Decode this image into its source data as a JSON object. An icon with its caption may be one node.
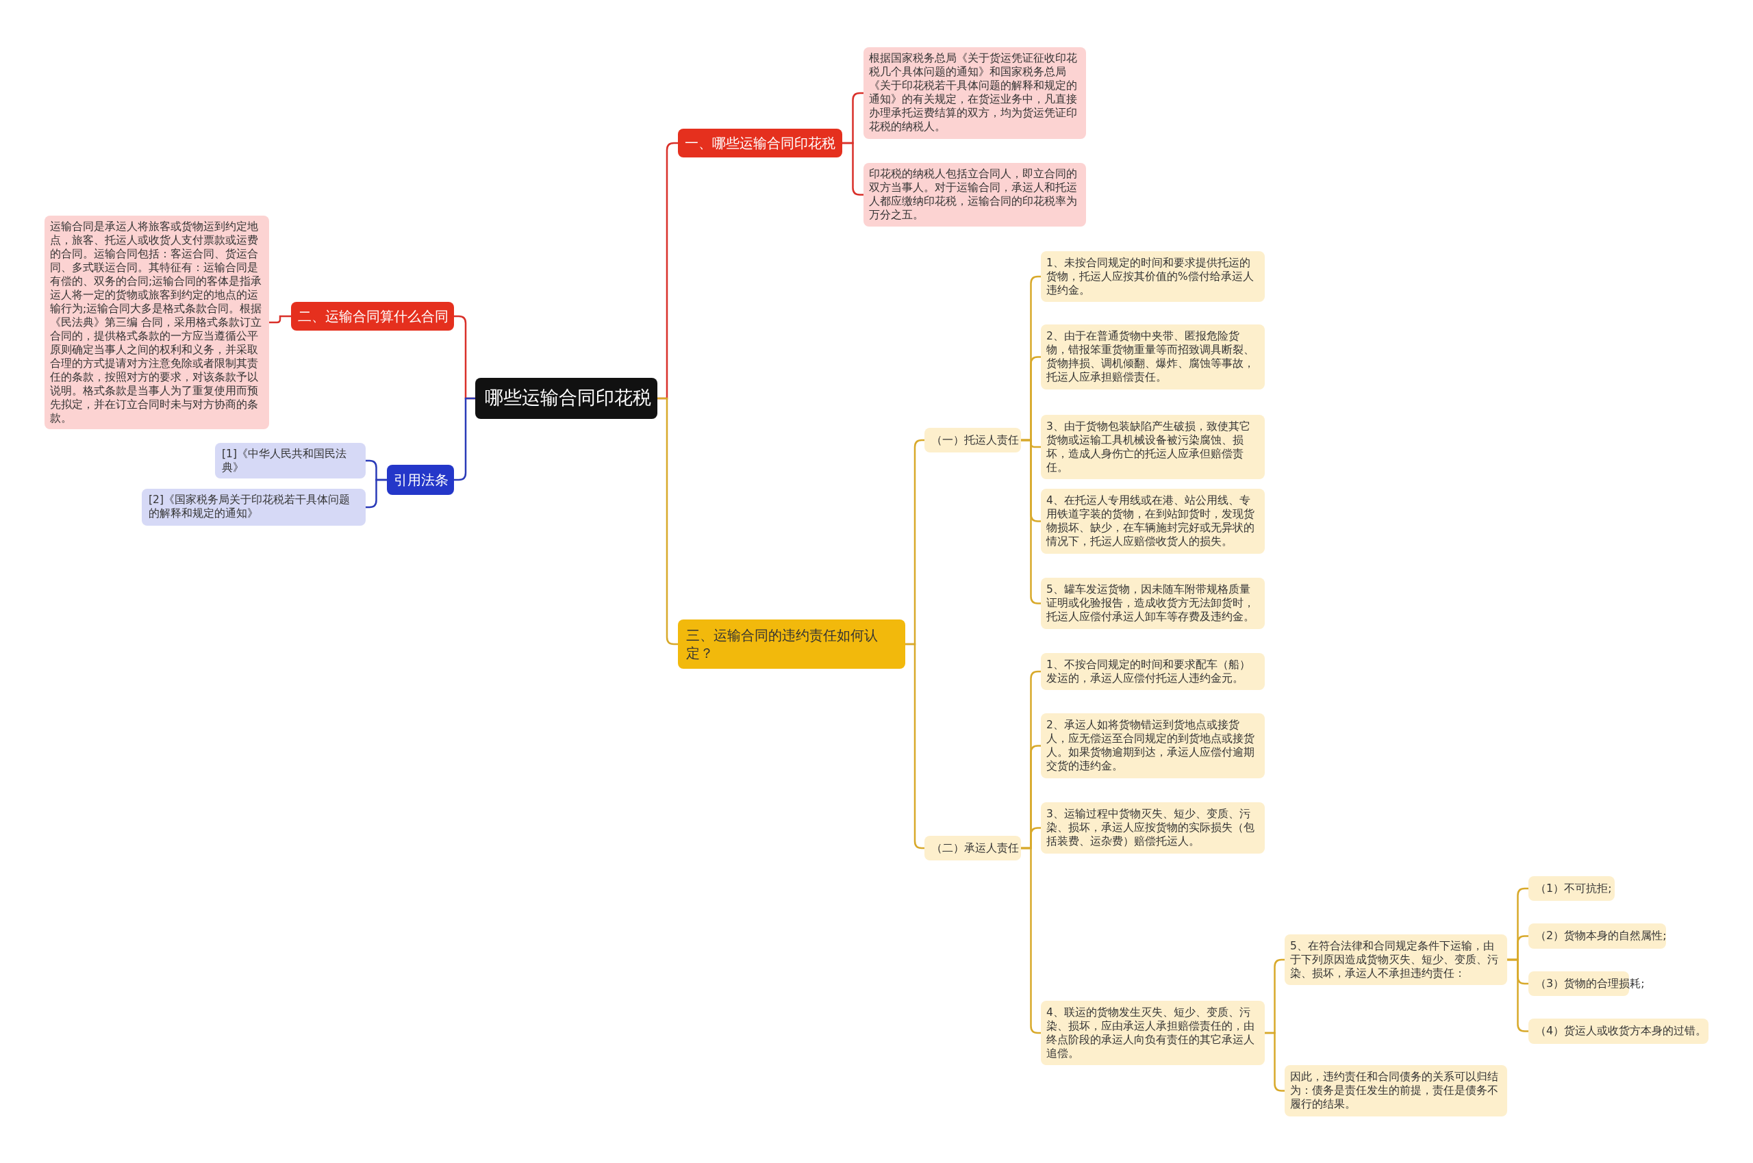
{
  "diagram": {
    "nodes": [
      {
        "text": [
          "哪些运输合同印花税"
        ]
      },
      {
        "text": [
          "一、哪些运输合同印花税"
        ]
      },
      {
        "text": [
          "根据国家税务总局《关于货运凭证征收印花税几个具体问题的通知》和国家税务总局《关于印花税若干具体问题的解释和规定的通知》的有关规定，在货运业务中，凡直接办理承托运费结算的双方，均为货运凭证印花税的纳税人。"
        ]
      },
      {
        "text": [
          "印花税的纳税人包括立合同人，即立合同的双方当事人。对于运输合同，承运人和托运人都应缴纳印花税，运输合同的印花税率为万分之五。"
        ]
      },
      {
        "text": [
          "二、运输合同算什么合同"
        ]
      },
      {
        "text": [
          "运输合同是承运人将旅客或货物运到约定地点，旅客、托运人或收货人支付票款或运费的合同。运输合同包括：客运合同、货运合同、多式联运合同。其特征有：运输合同是有偿的、双务的合同;运输合同的客体是指承运人将一定的货物或旅客到约定的地点的运输行为;运输合同大多是格式条款合同。根据《民法典》第三编 合同，采用格式条款订立合同的，提供格式条款的一方应当遵循公平原则确定当事人之间的权利和义务，并采取合理的方式提请对方注意免除或者限制其责任的条款，按照对方的要求，对该条款予以说明。格式条款是当事人为了重复使用而预先拟定，并在订立合同时未与对方协商的条款。"
        ]
      },
      {
        "text": [
          "引用法条"
        ]
      },
      {
        "text": [
          "[1]《中华人民共和国民法典》"
        ]
      },
      {
        "text": [
          "[2]《国家税务局关于印花税若干具体问题的解释和规定的通知》"
        ]
      },
      {
        "text": [
          "三、运输合同的违约责任如何认定？"
        ]
      },
      {
        "text": [
          "（一）托运人责任"
        ]
      },
      {
        "text": [
          "1、未按合同规定的时间和要求提供托运的货物，托运人应按其价值的%偿付给承运人违约金。"
        ]
      },
      {
        "text": [
          "2、由于在普通货物中夹带、匿报危险货物，错报笨重货物重量等而招致调具断裂、货物摔损、调机倾翻、爆炸、腐蚀等事故，托运人应承担赔偿责任。"
        ]
      },
      {
        "text": [
          "3、由于货物包装缺陷产生破损，致使其它货物或运输工具机械设备被污染腐蚀、损坏，造成人身伤亡的托运人应承但赔偿责任。"
        ]
      },
      {
        "text": [
          "4、在托运人专用线或在港、站公用线、专用铁道字装的货物，在到站卸货时，发现货物损坏、缺少，在车辆施封完好或无异状的情况下，托运人应赔偿收货人的损失。"
        ]
      },
      {
        "text": [
          "5、罐车发运货物，因未随车附带规格质量证明或化验报告，造成收货方无法卸货时，托运人应偿付承运人卸车等存费及违约金。"
        ]
      },
      {
        "text": [
          "（二）承运人责任"
        ]
      },
      {
        "text": [
          "1、不按合同规定的时间和要求配车（船）发运的，承运人应偿付托运人违约金元。"
        ]
      },
      {
        "text": [
          "2、承运人如将货物错运到货地点或接货人，应无偿运至合同规定的到货地点或接货人。如果货物逾期到达，承运人应偿付逾期交货的违约金。"
        ]
      },
      {
        "text": [
          "3、运输过程中货物灭失、短少、变质、污染、损坏，承运人应按货物的实际损失（包括装费、运杂费）赔偿托运人。"
        ]
      },
      {
        "text": [
          "4、联运的货物发生灭失、短少、变质、污染、损坏，应由承运人承担赔偿责任的，由终点阶段的承运人向负有责任的其它承运人追偿。"
        ]
      },
      {
        "text": [
          "5、在符合法律和合同规定条件下运输，由于下列原因造成货物灭失、短少、变质、污染、损坏，承运人不承担违约责任："
        ]
      },
      {
        "text": [
          "（1）不可抗拒;"
        ]
      },
      {
        "text": [
          "（2）货物本身的自然属性;"
        ]
      },
      {
        "text": [
          "（3）货物的合理损耗;"
        ]
      },
      {
        "text": [
          "（4）货运人或收货方本身的过错。"
        ]
      },
      {
        "text": [
          "因此，违约责任和合同债务的关系可以归结为：债务是责任发生的前提，责任是债务不履行的结果。"
        ]
      }
    ],
    "edges": [
      {
        "from": 0,
        "to": 1,
        "arrow": "none",
        "color": "#d9302a"
      },
      {
        "from": 1,
        "to": 2,
        "arrow": "none",
        "color": "#d9302a"
      },
      {
        "from": 1,
        "to": 3,
        "arrow": "none",
        "color": "#d9302a"
      },
      {
        "from": 0,
        "to": 4,
        "arrow": "none",
        "color": "#d9302a"
      },
      {
        "from": 4,
        "to": 5,
        "arrow": "none",
        "color": "#d9302a"
      },
      {
        "from": 0,
        "to": 6,
        "arrow": "none",
        "color": "#2a3bb8"
      },
      {
        "from": 6,
        "to": 7,
        "arrow": "none",
        "color": "#2a3bb8"
      },
      {
        "from": 6,
        "to": 8,
        "arrow": "none",
        "color": "#2a3bb8"
      },
      {
        "from": 0,
        "to": 9,
        "arrow": "none"
      },
      {
        "from": 9,
        "to": 10,
        "arrow": "none"
      },
      {
        "from": 10,
        "to": 11,
        "arrow": "none"
      },
      {
        "from": 10,
        "to": 12,
        "arrow": "none"
      },
      {
        "from": 10,
        "to": 13,
        "arrow": "none"
      },
      {
        "from": 10,
        "to": 14,
        "arrow": "none"
      },
      {
        "from": 10,
        "to": 15,
        "arrow": "none"
      },
      {
        "from": 9,
        "to": 16,
        "arrow": "none"
      },
      {
        "from": 16,
        "to": 17,
        "arrow": "none"
      },
      {
        "from": 16,
        "to": 18,
        "arrow": "none"
      },
      {
        "from": 16,
        "to": 19,
        "arrow": "none"
      },
      {
        "from": 16,
        "to": 20,
        "arrow": "none"
      },
      {
        "from": 20,
        "to": 21,
        "arrow": "none"
      },
      {
        "from": 20,
        "to": 26,
        "arrow": "none"
      },
      {
        "from": 21,
        "to": 22,
        "arrow": "none"
      },
      {
        "from": 21,
        "to": 23,
        "arrow": "none"
      },
      {
        "from": 21,
        "to": 24,
        "arrow": "none"
      },
      {
        "from": 21,
        "to": 25,
        "arrow": "none"
      }
    ]
  }
}
